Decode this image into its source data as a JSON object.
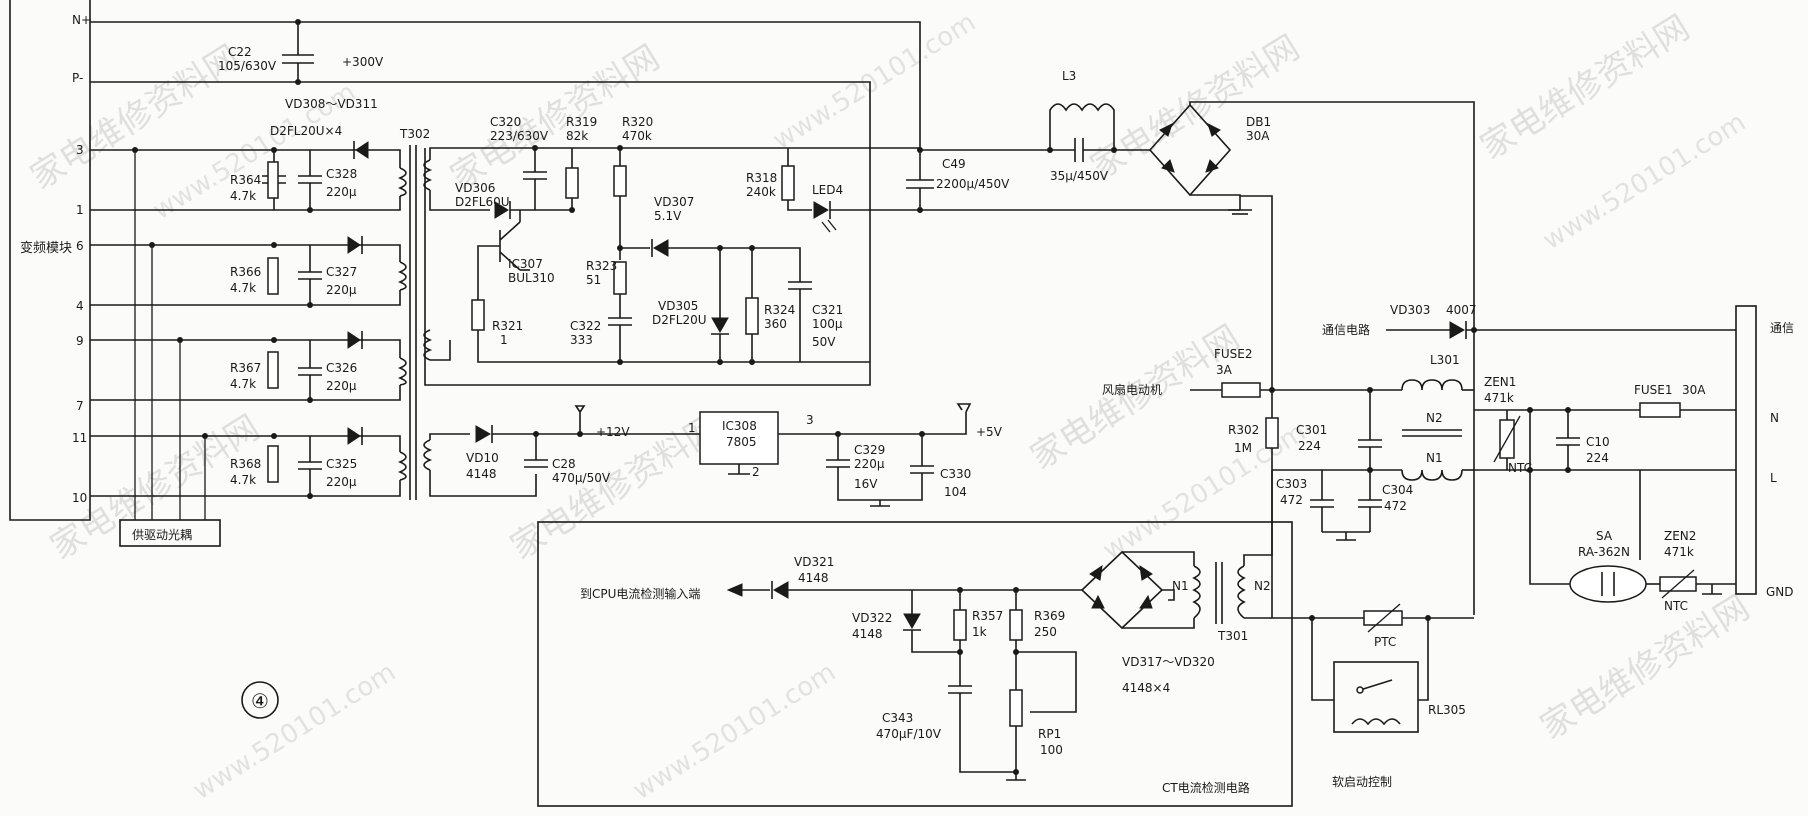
{
  "watermark": {
    "cn": "家电维修资料网",
    "url": "www.520101.com"
  },
  "figure_number": "④",
  "module": {
    "label": "变频模块",
    "pins": [
      "N+",
      "P-",
      "3",
      "1",
      "6",
      "4",
      "9",
      "7",
      "11",
      "10"
    ]
  },
  "optocoupler_label": "供驱动光耦",
  "top_cap": {
    "name": "C22",
    "value": "105/630V",
    "voltage": "+300V"
  },
  "diode_group": {
    "name": "VD308～VD311",
    "part": "D2FL20U×4"
  },
  "transformer": "T302",
  "channels": [
    {
      "r": "R364",
      "rv": "4.7k",
      "c": "C328",
      "cv": "220μ"
    },
    {
      "r": "R366",
      "rv": "4.7k",
      "c": "C327",
      "cv": "220μ"
    },
    {
      "r": "R367",
      "rv": "4.7k",
      "c": "C326",
      "cv": "220μ"
    },
    {
      "r": "R368",
      "rv": "4.7k",
      "c": "C325",
      "cv": "220μ"
    }
  ],
  "switch": {
    "c320": {
      "name": "C320",
      "value": "223/630V"
    },
    "r319": {
      "name": "R319",
      "value": "82k"
    },
    "r320": {
      "name": "R320",
      "value": "470k"
    },
    "vd306": {
      "name": "VD306",
      "value": "D2FL60U"
    },
    "vd307": {
      "name": "VD307",
      "value": "5.1V"
    },
    "r318": {
      "name": "R318",
      "value": "240k"
    },
    "led4": {
      "name": "LED4"
    },
    "ic307": {
      "name": "IC307",
      "value": "BUL310"
    },
    "r323": {
      "name": "R323",
      "value": "51"
    },
    "r321": {
      "name": "R321",
      "value": "1"
    },
    "c322": {
      "name": "C322",
      "value": "333"
    },
    "vd305": {
      "name": "VD305",
      "value": "D2FL20U"
    },
    "r324": {
      "name": "R324",
      "value": "360"
    },
    "c321": {
      "name": "C321",
      "value": "100μ",
      "v": "50V"
    }
  },
  "c49": {
    "name": "C49",
    "value": "2200μ/450V"
  },
  "l3": {
    "name": "L3",
    "cap": "35μ/450V"
  },
  "db1": {
    "name": "DB1",
    "value": "30A"
  },
  "reg": {
    "vd10": {
      "name": "VD10",
      "value": "4148"
    },
    "c28": {
      "name": "C28",
      "value": "470μ/50V"
    },
    "plus12": "+12V",
    "ic308": {
      "name": "IC308",
      "value": "7805",
      "pin1": "1",
      "pin2": "2",
      "pin3": "3"
    },
    "c329": {
      "name": "C329",
      "value": "220μ",
      "v": "16V"
    },
    "c330": {
      "name": "C330",
      "value": "104"
    },
    "plus5": "+5V"
  },
  "right": {
    "comm_circuit": "通信电路",
    "vd303": {
      "name": "VD303",
      "value": "4007"
    },
    "fan": "风扇电动机",
    "fuse2": {
      "name": "FUSE2",
      "value": "3A"
    },
    "r302": {
      "name": "R302",
      "value": "1M"
    },
    "c301": {
      "name": "C301",
      "value": "224"
    },
    "c303": {
      "name": "C303",
      "value": "472"
    },
    "c304": {
      "name": "C304",
      "value": "472"
    },
    "l301": {
      "name": "L301",
      "n2": "N2",
      "n1": "N1"
    },
    "zen1": {
      "name": "ZEN1",
      "value": "471k",
      "ntc": "NTC"
    },
    "fuse1": {
      "name": "FUSE1",
      "value": "30A"
    },
    "c10": {
      "name": "C10",
      "value": "224"
    },
    "terminals": [
      "通信",
      "N",
      "L",
      "GND"
    ],
    "sa": {
      "name": "SA",
      "value": "RA-362N"
    },
    "zen2": {
      "name": "ZEN2",
      "value": "471k",
      "ntc": "NTC"
    },
    "ptc": "PTC",
    "rl305": "RL305",
    "soft_start": "软启动控制"
  },
  "ct": {
    "label": "CT电流检测电路",
    "output": "到CPU电流检测输入端",
    "vd321": {
      "name": "VD321",
      "value": "4148"
    },
    "vd322": {
      "name": "VD322",
      "value": "4148"
    },
    "r357": {
      "name": "R357",
      "value": "1k"
    },
    "r369": {
      "name": "R369",
      "value": "250"
    },
    "c343": {
      "name": "C343",
      "value": "470μF/10V"
    },
    "rp1": {
      "name": "RP1",
      "value": "100"
    },
    "bridge": {
      "name": "VD317～VD320",
      "value": "4148×4"
    },
    "t301": {
      "name": "T301",
      "n1": "N1",
      "n2": "N2"
    }
  }
}
